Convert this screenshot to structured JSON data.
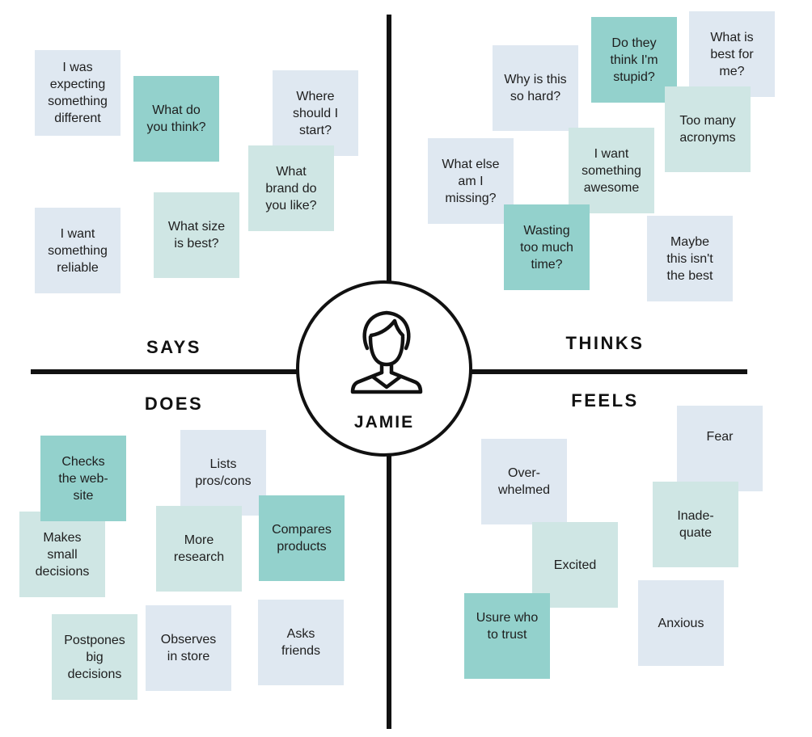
{
  "persona": {
    "name": "JAMIE",
    "icon": "user-avatar-icon"
  },
  "quadrants": {
    "says": {
      "label": "SAYS",
      "notes": [
        {
          "text": "I was\nexpecting\nsomething\ndifferent",
          "color": "#dfe8f1"
        },
        {
          "text": "What do\nyou think?",
          "color": "#93d1cc"
        },
        {
          "text": "Where\nshould I\nstart?",
          "color": "#dfe8f1"
        },
        {
          "text": "What\nbrand do\nyou like?",
          "color": "#cfe6e4"
        },
        {
          "text": "I want\nsomething\nreliable",
          "color": "#dfe8f1"
        },
        {
          "text": "What size\nis best?",
          "color": "#cfe6e4"
        }
      ]
    },
    "thinks": {
      "label": "THINKS",
      "notes": [
        {
          "text": "Why is this\nso hard?",
          "color": "#dfe8f1"
        },
        {
          "text": "Do they\nthink I'm\nstupid?",
          "color": "#93d1cc"
        },
        {
          "text": "What is\nbest for\nme?",
          "color": "#dfe8f1"
        },
        {
          "text": "Too many\nacronyms",
          "color": "#cfe6e4"
        },
        {
          "text": "What else\nam I\nmissing?",
          "color": "#dfe8f1"
        },
        {
          "text": "I want\nsomething\nawesome",
          "color": "#cfe6e4"
        },
        {
          "text": "Wasting\ntoo much\ntime?",
          "color": "#93d1cc"
        },
        {
          "text": "Maybe\nthis isn't\nthe best",
          "color": "#dfe8f1"
        }
      ]
    },
    "does": {
      "label": "DOES",
      "notes": [
        {
          "text": "Lists\npros/cons",
          "color": "#dfe8f1"
        },
        {
          "text": "Makes\nsmall\ndecisions",
          "color": "#cfe6e4"
        },
        {
          "text": "Checks\nthe web-\nsite",
          "color": "#93d1cc"
        },
        {
          "text": "More\nresearch",
          "color": "#cfe6e4"
        },
        {
          "text": "Compares\nproducts",
          "color": "#93d1cc"
        },
        {
          "text": "Postpones\nbig\ndecisions",
          "color": "#cfe6e4"
        },
        {
          "text": "Observes\nin store",
          "color": "#dfe8f1"
        },
        {
          "text": "Asks\nfriends",
          "color": "#dfe8f1"
        }
      ]
    },
    "feels": {
      "label": "FEELS",
      "notes": [
        {
          "text": "Fear",
          "color": "#dfe8f1"
        },
        {
          "text": "Over-\nwhelmed",
          "color": "#dfe8f1"
        },
        {
          "text": "Inade-\nquate",
          "color": "#cfe6e4"
        },
        {
          "text": "Excited",
          "color": "#cfe6e4"
        },
        {
          "text": "Anxious",
          "color": "#dfe8f1"
        },
        {
          "text": "Usure who\nto trust",
          "color": "#93d1cc"
        }
      ]
    }
  }
}
